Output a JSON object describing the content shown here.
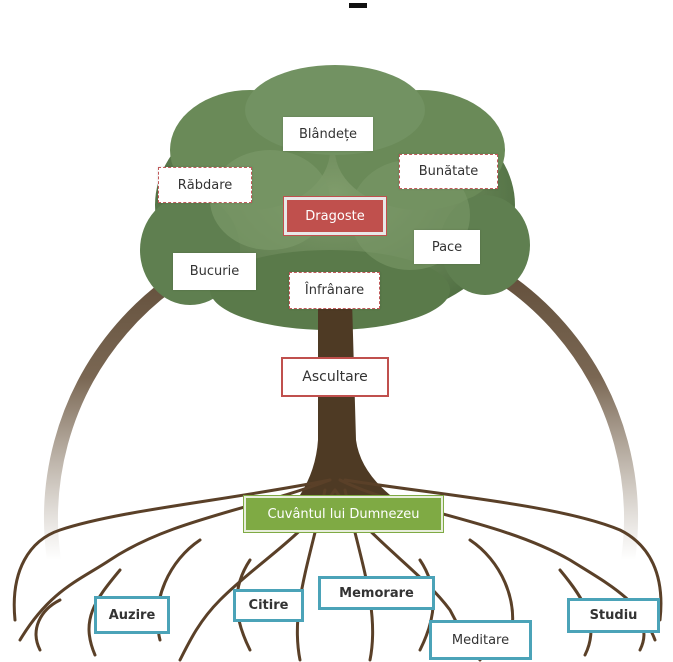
{
  "diagram": {
    "fruits": {
      "blandete": "Blândețe",
      "bunatate": "Bunătate",
      "rabdare": "Răbdare",
      "dragoste": "Dragoste",
      "pace": "Pace",
      "bucurie": "Bucurie",
      "infranare": "Înfrânare"
    },
    "trunk": {
      "ascultare": "Ascultare"
    },
    "base": {
      "cuvantul": "Cuvântul lui Dumnezeu"
    },
    "roots": {
      "auzire": "Auzire",
      "citire": "Citire",
      "memorare": "Memorare",
      "meditare": "Meditare",
      "studiu": "Studiu"
    }
  },
  "colors": {
    "center": "#c0504d",
    "word": "#7faa44",
    "roots_border": "#4ba3b8",
    "arc": "#5a4632",
    "trunk": "#4e3a24",
    "foliage": "#6f8c5e"
  }
}
